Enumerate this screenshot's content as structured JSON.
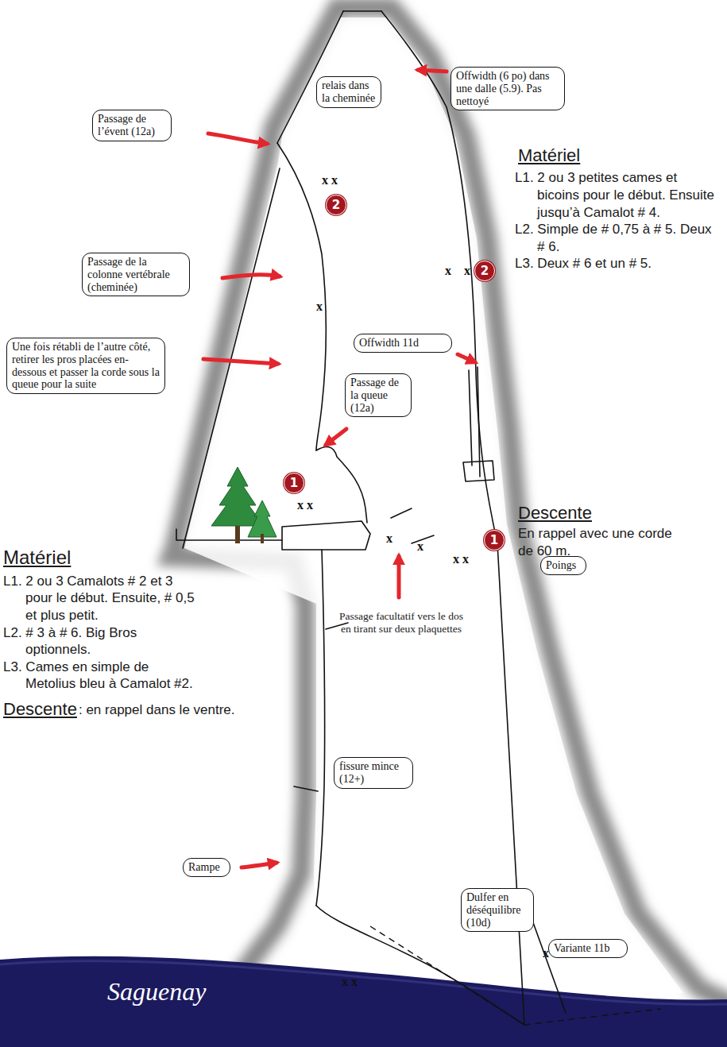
{
  "diagram": {
    "nodes": [
      {
        "text": [
          "Offwidth (6 po) dans une dalle (5.9). Pas nettoyé"
        ]
      },
      {
        "text": [
          "Passage de l’évent (12a)"
        ]
      },
      {
        "text": [
          "relais dans la cheminée"
        ]
      },
      {
        "text": [
          "2"
        ]
      },
      {
        "text": [
          "Passage de la colonne vertébrale (cheminée)"
        ]
      },
      {
        "text": [
          "2"
        ]
      },
      {
        "text": [
          "Offwidth 11d"
        ]
      },
      {
        "text": [
          "Une fois rétabli de l’autre côté, retirer les pros placées en-dessous et passer la corde sous la queue pour la suite"
        ]
      },
      {
        "text": [
          "Passage de la queue (12a)"
        ]
      },
      {
        "text": [
          "1"
        ]
      },
      {
        "text": [
          "1"
        ]
      },
      {
        "text": [
          "Poings"
        ]
      },
      {
        "text": [
          "fissure mince (12+)"
        ]
      },
      {
        "text": [
          "Rampe"
        ]
      },
      {
        "text": [
          "Dulfer en déséquilibre (10d)"
        ]
      },
      {
        "text": [
          "Variante 11b"
        ]
      }
    ],
    "labels": [
      "Matériel",
      "L1. 2 ou 3 petites cames et bicoins pour le début. Ensuite jusqu’à Camalot # 4.",
      "L2. Simple de # 0,75 à # 5. Deux # 6.",
      "L3. Deux # 6 et un # 5.",
      "Descente",
      "En rappel avec une corde de 60 m.",
      "Matériel",
      "L1. 2 ou 3 Camalots # 2 et 3 pour le début. Ensuite, # 0,5 et plus petit.",
      "L2. # 3 à # 6. Big Bros optionnels.",
      "L3. Cames en simple de Metolius bleu à Camalot #2.",
      "Descente",
      ": en rappel dans le ventre.",
      "Passage facultatif vers le dos en tirant sur deux plaquettes",
      "Saguenay",
      "x x",
      "x",
      "x",
      "x",
      "x x",
      "x",
      "x",
      "x x",
      "x x",
      "x"
    ]
  }
}
